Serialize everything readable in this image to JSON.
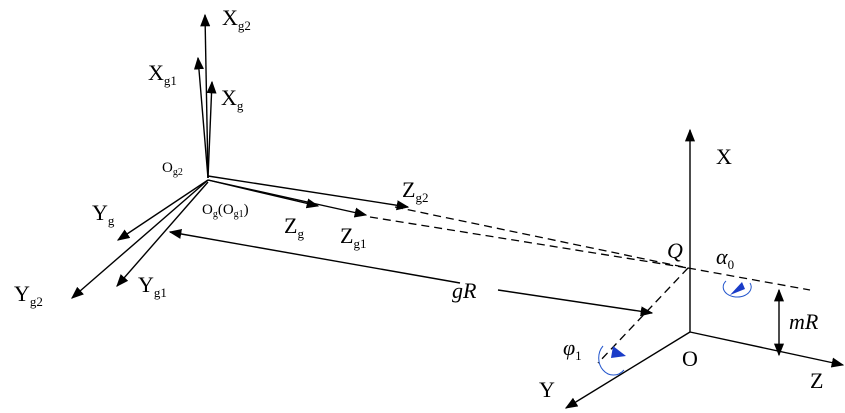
{
  "labels": {
    "xg2": {
      "main": "X",
      "sub": "g2"
    },
    "xg1": {
      "main": "X",
      "sub": "g1"
    },
    "xg": {
      "main": "X",
      "sub": "g"
    },
    "og2": {
      "main": "O",
      "sub": "g2"
    },
    "og": {
      "main": "O",
      "sub": "g",
      "rest": "(O",
      "sub2": "g1",
      "close": ")"
    },
    "zg2": {
      "main": "Z",
      "sub": "g2"
    },
    "zg": {
      "main": "Z",
      "sub": "g"
    },
    "zg1": {
      "main": "Z",
      "sub": "g1"
    },
    "yg": {
      "main": "Y",
      "sub": "g"
    },
    "yg1": {
      "main": "Y",
      "sub": "g1"
    },
    "yg2": {
      "main": "Y",
      "sub": "g2"
    },
    "gR": "gR",
    "X": "X",
    "Y": "Y",
    "Z": "Z",
    "O": "O",
    "Q": "Q",
    "alpha": {
      "main": "α",
      "sub": "0"
    },
    "phi": {
      "main": "φ",
      "sub": "1"
    },
    "mR": "mR"
  },
  "colors": {
    "lines": "#000000",
    "rotation_marker": "#1a3cc8"
  }
}
